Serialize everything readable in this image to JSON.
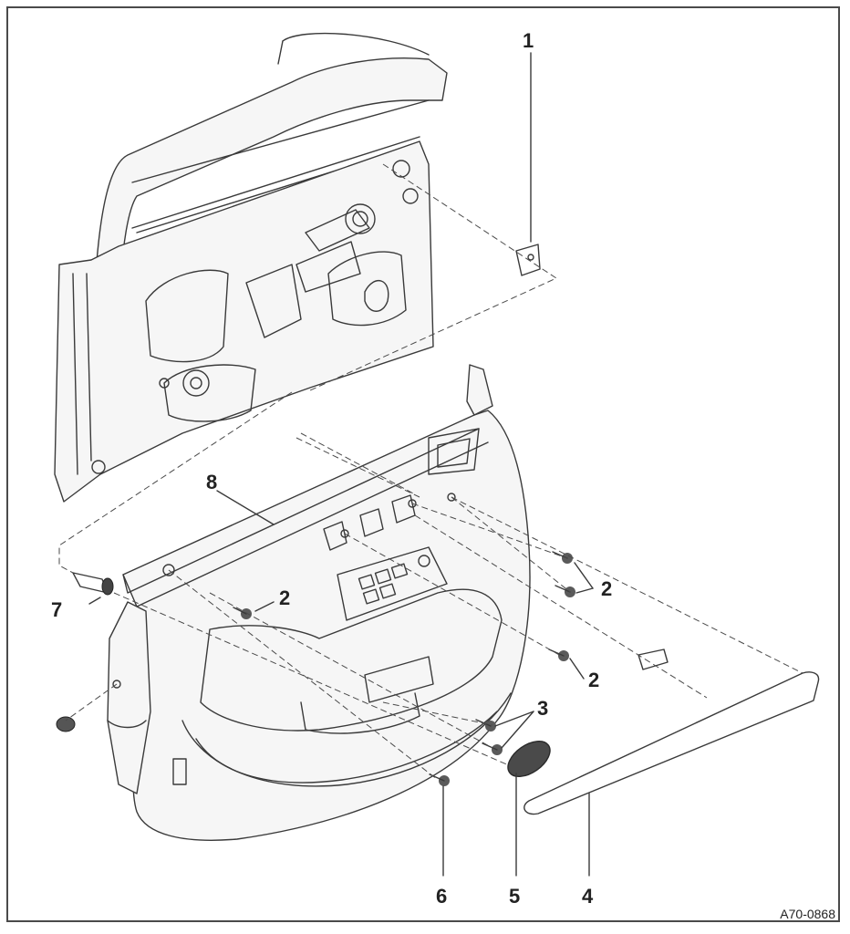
{
  "callouts": {
    "c1": "1",
    "c2a": "2",
    "c2b": "2",
    "c2c": "2",
    "c3": "3",
    "c4": "4",
    "c5": "5",
    "c6": "6",
    "c7": "7",
    "c8": "8"
  },
  "reference_code": "A70-0868"
}
